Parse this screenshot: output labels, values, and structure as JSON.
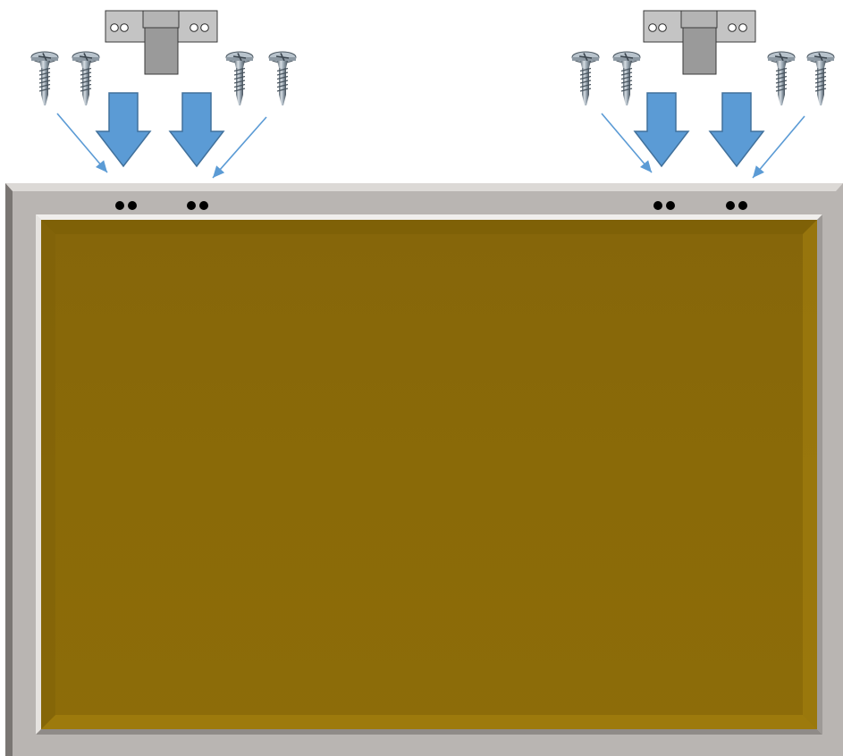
{
  "diagram": {
    "subject": "bracket-mounting-instructions",
    "colors": {
      "background": "#ffffff",
      "frame": "#b9b5b2",
      "frame_highlight": "#dcd9d6",
      "frame_shadow": "#7a7673",
      "panel": "#8a6a08",
      "panel_highlight": "#a8840f",
      "bracket_plate": "#c4c4c4",
      "bracket_tab": "#9a9a9a",
      "block_arrow": "#5b9bd5",
      "block_arrow_stroke": "#41719c",
      "thin_arrow": "#5b9bd5",
      "screw_metal": "#8c9aa6",
      "screw_dark": "#4a5660",
      "hole": "#000000"
    },
    "groups": [
      {
        "name": "left",
        "bracket": {
          "holes_per_side": 2
        },
        "screws": 4,
        "block_arrows": 2,
        "thin_arrows": 2,
        "hole_pairs_on_frame": 2
      },
      {
        "name": "right",
        "bracket": {
          "holes_per_side": 2
        },
        "screws": 4,
        "block_arrows": 2,
        "thin_arrows": 2,
        "hole_pairs_on_frame": 2
      }
    ]
  }
}
